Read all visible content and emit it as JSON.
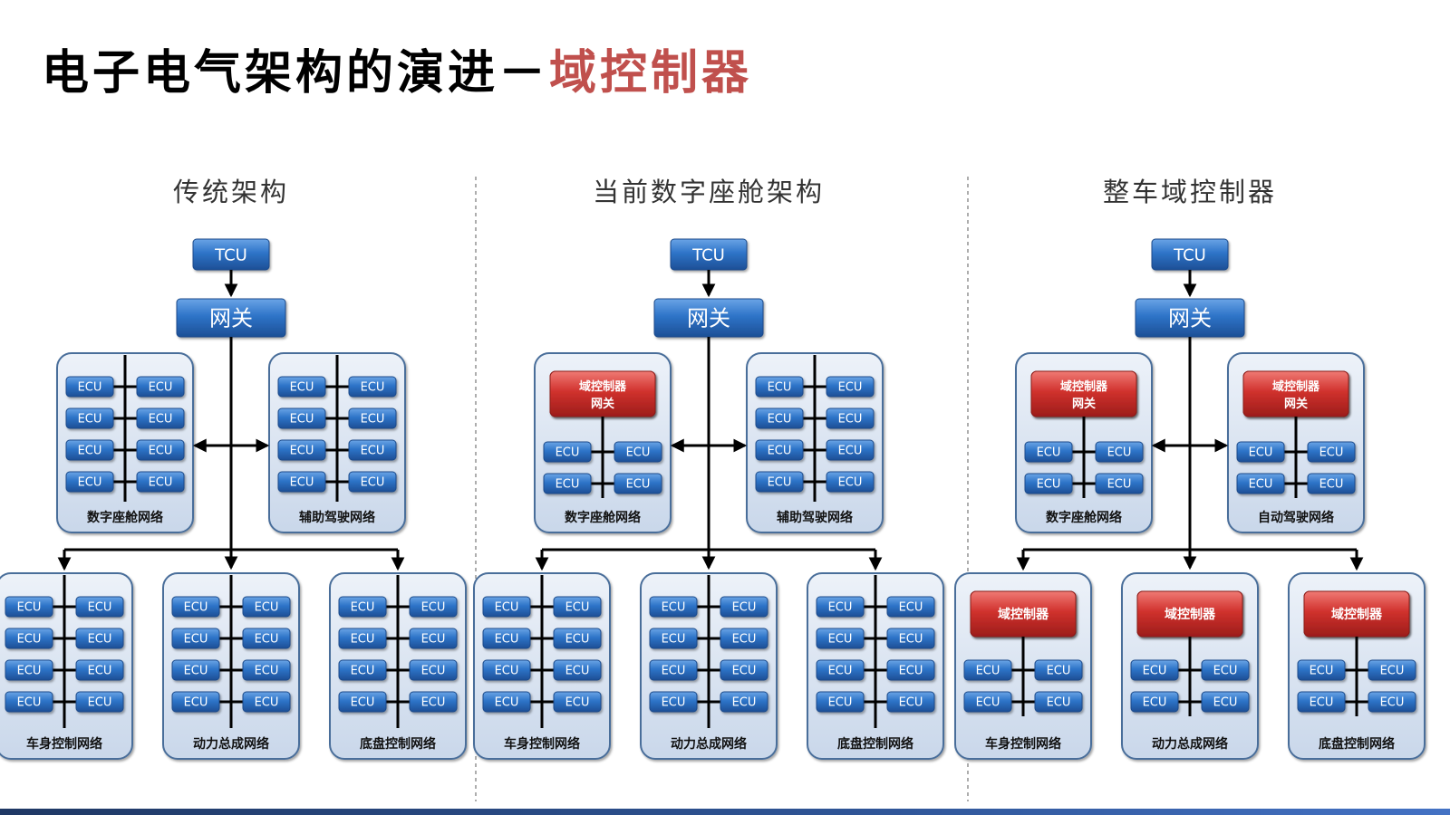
{
  "title": {
    "main": "电子电气架构的演进－",
    "accent": "域控制器"
  },
  "labels": {
    "tcu": "TCU",
    "gateway": "网关",
    "ecu": "ECU",
    "domain_controller": "域控制器",
    "domain_gateway_line1": "域控制器",
    "domain_gateway_line2": "网关"
  },
  "colors": {
    "module_blue": "#2e74c8",
    "module_red": "#d0312d",
    "network_fill": "#dbe5f1",
    "network_border": "#4a6e9a",
    "accent_title": "#c0504d"
  },
  "panels": [
    {
      "title": "传统架构",
      "networks": [
        {
          "label": "数字座舱网络",
          "controller": "none",
          "ecu_rows": 4
        },
        {
          "label": "辅助驾驶网络",
          "controller": "none",
          "ecu_rows": 4
        },
        {
          "label": "车身控制网络",
          "controller": "none",
          "ecu_rows": 4
        },
        {
          "label": "动力总成网络",
          "controller": "none",
          "ecu_rows": 4
        },
        {
          "label": "底盘控制网络",
          "controller": "none",
          "ecu_rows": 4
        }
      ]
    },
    {
      "title": "当前数字座舱架构",
      "networks": [
        {
          "label": "数字座舱网络",
          "controller": "gateway",
          "ecu_rows": 2
        },
        {
          "label": "辅助驾驶网络",
          "controller": "none",
          "ecu_rows": 4
        },
        {
          "label": "车身控制网络",
          "controller": "none",
          "ecu_rows": 4
        },
        {
          "label": "动力总成网络",
          "controller": "none",
          "ecu_rows": 4
        },
        {
          "label": "底盘控制网络",
          "controller": "none",
          "ecu_rows": 4
        }
      ]
    },
    {
      "title": "整车域控制器",
      "networks": [
        {
          "label": "数字座舱网络",
          "controller": "gateway",
          "ecu_rows": 2
        },
        {
          "label": "自动驾驶网络",
          "controller": "gateway",
          "ecu_rows": 2
        },
        {
          "label": "车身控制网络",
          "controller": "controller",
          "ecu_rows": 2
        },
        {
          "label": "动力总成网络",
          "controller": "controller",
          "ecu_rows": 2
        },
        {
          "label": "底盘控制网络",
          "controller": "controller",
          "ecu_rows": 2
        }
      ]
    }
  ]
}
